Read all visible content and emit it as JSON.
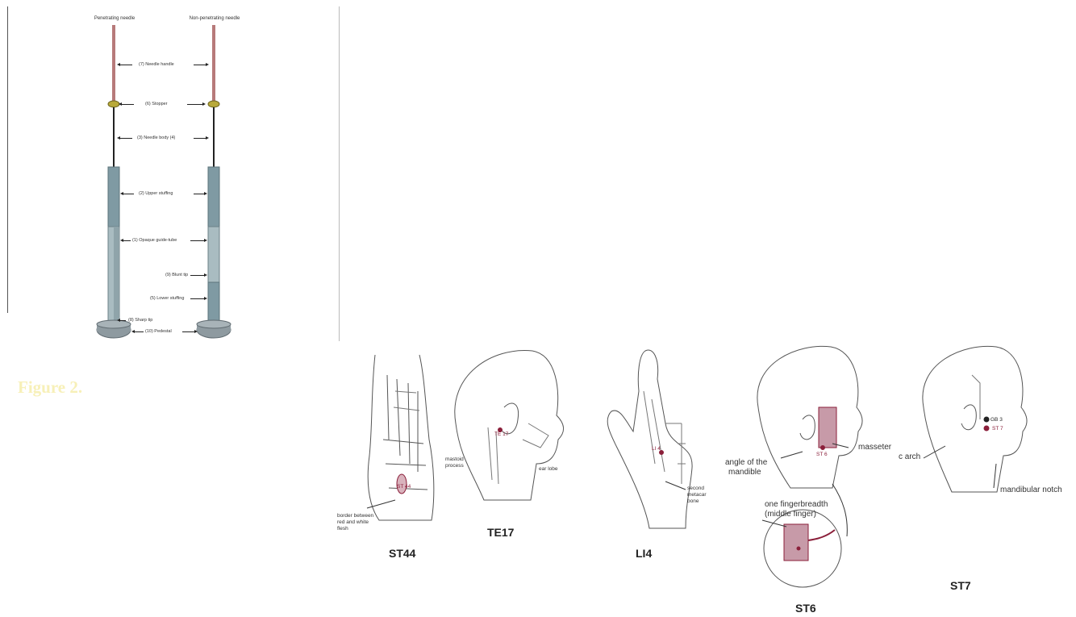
{
  "figure_caption": "Figure 2.",
  "needle_diagram": {
    "headers": {
      "left": "Penetrating needle",
      "right": "Non-penetrating needle"
    },
    "parts": [
      {
        "label": "(7) Needle handle"
      },
      {
        "label": "(6) Stopper"
      },
      {
        "label": "(3) Needle body (4)"
      },
      {
        "label": "(2) Upper stuffing"
      },
      {
        "label": "(1) Opaque guide-tube"
      },
      {
        "label": "(9) Blunt tip"
      },
      {
        "label": "(5) Lower stuffing"
      },
      {
        "label": "(8) Sharp tip"
      },
      {
        "label": "(10) Pedestal"
      }
    ],
    "colors": {
      "handle": "#b77a7a",
      "stopper": "#b8a93a",
      "tube": "#7f9aa3",
      "pedestal": "#8e9aa0"
    }
  },
  "acupoints": [
    {
      "name": "ST44",
      "marker": "ST 44",
      "annotations": [
        "border between",
        "red and white",
        "flesh"
      ]
    },
    {
      "name": "TE17",
      "marker": "TE 17",
      "annotations": [
        "mastoid",
        "process",
        "ear lobe"
      ]
    },
    {
      "name": "LI4",
      "marker": "LI 4",
      "annotations": [
        "second",
        "metacar",
        "bone"
      ]
    },
    {
      "name": "ST6",
      "marker": "ST 6",
      "annotations": [
        "angle of the",
        "mandible",
        "masseter",
        "one fingerbreadth",
        "(middle finger)"
      ]
    },
    {
      "name": "ST7",
      "marker": "ST 7",
      "secondary_marker": "GB 3",
      "annotations": [
        "c arch",
        "mandibular notch"
      ]
    }
  ],
  "accent_color": "#8b1f3a"
}
